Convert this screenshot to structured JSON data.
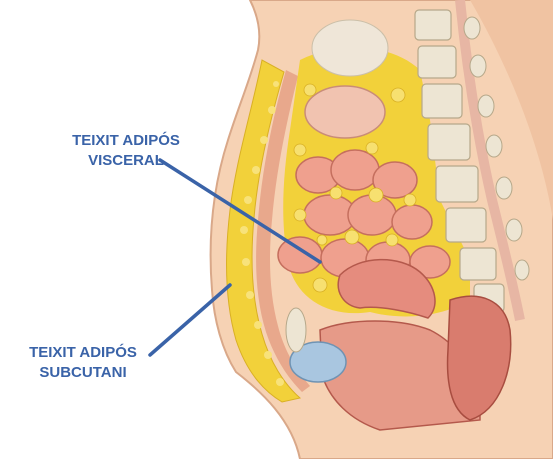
{
  "labels": {
    "visceral": {
      "line1": "TEIXIT ADIPÓS",
      "line2": "VISCERAL"
    },
    "subcutani": {
      "line1": "TEIXIT ADIPÓS",
      "line2": "SUBCUTANI"
    }
  },
  "colors": {
    "label_text": "#3a63a8",
    "pointer_line": "#3a63a8",
    "skin": "#f4c9a8",
    "fat": "#f2d13a",
    "intestine": "#efa08e",
    "spine": "#e6dcc8",
    "bladder": "#a9c6e0"
  }
}
